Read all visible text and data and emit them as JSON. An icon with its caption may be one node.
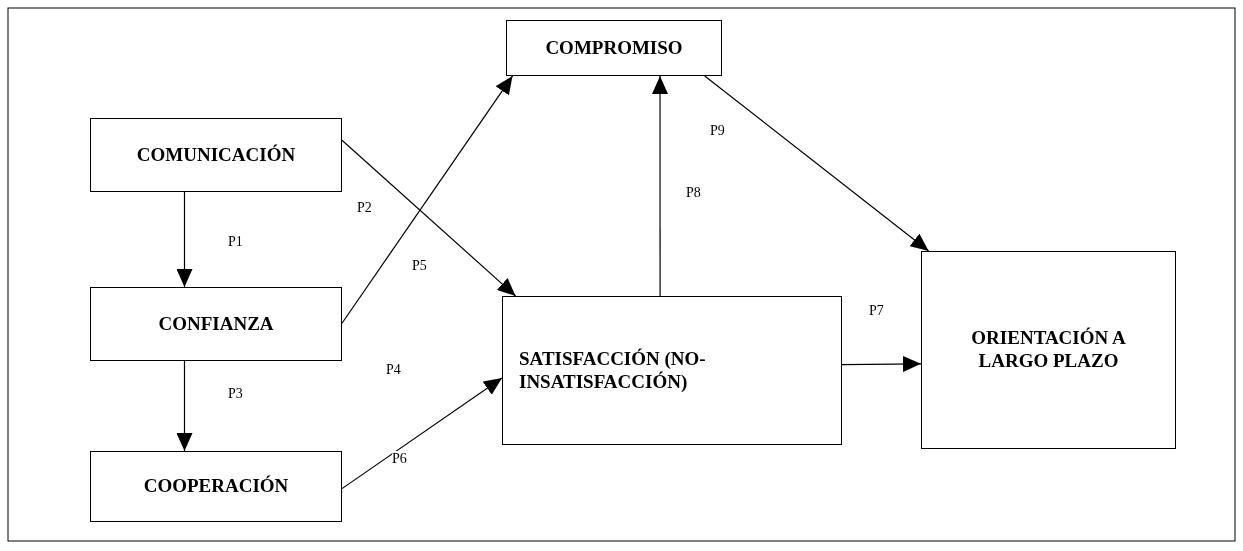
{
  "diagram": {
    "nodes": [
      {
        "text": [
          "COMPROMISO"
        ]
      },
      {
        "text": [
          "COMUNICACIÓN"
        ]
      },
      {
        "text": [
          "CONFIANZA"
        ]
      },
      {
        "text": [
          "COOPERACIÓN"
        ]
      },
      {
        "text": [
          "SATISFACCIÓN (NO-INSATISFACCIÓN)"
        ]
      },
      {
        "text": [
          "ORIENTACIÓN A LARGO PLAZO"
        ]
      }
    ],
    "edges": [
      {
        "from": 1,
        "to": 2,
        "arrow": "to",
        "label": "P1"
      },
      {
        "from": 1,
        "to": 4,
        "arrow": "to",
        "label": "P2"
      },
      {
        "from": 2,
        "to": 0,
        "arrow": "to",
        "label": "P5"
      },
      {
        "from": 2,
        "to": 3,
        "arrow": "to",
        "label": "P3"
      },
      {
        "from": 3,
        "to": 4,
        "arrow": "to",
        "label": "P6"
      },
      {
        "from": 4,
        "to": 0,
        "arrow": "to",
        "label": "P8"
      },
      {
        "from": 4,
        "to": 5,
        "arrow": "to",
        "label": "P7"
      },
      {
        "from": 0,
        "to": 5,
        "arrow": "to",
        "label": "P9"
      }
    ],
    "labels": [
      "P4"
    ]
  }
}
